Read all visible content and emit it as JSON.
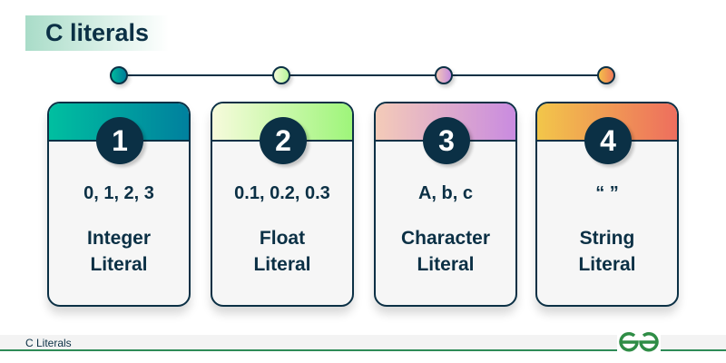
{
  "title": "C literals",
  "cards": [
    {
      "number": "1",
      "value": "0, 1, 2, 3",
      "name_line1": "Integer",
      "name_line2": "Literal",
      "color": "#00b89c"
    },
    {
      "number": "2",
      "value": "0.1, 0.2, 0.3",
      "name_line1": "Float",
      "name_line2": "Literal",
      "color": "#b6f59a"
    },
    {
      "number": "3",
      "value": "A, b, c",
      "name_line1": "Character",
      "name_line2": "Literal",
      "color": "#d69be0"
    },
    {
      "number": "4",
      "value": "“ ”",
      "name_line1": "String",
      "name_line2": "Literal",
      "color": "#f0a04a"
    }
  ],
  "footer": {
    "caption": "C Literals",
    "logo": "GfG"
  }
}
